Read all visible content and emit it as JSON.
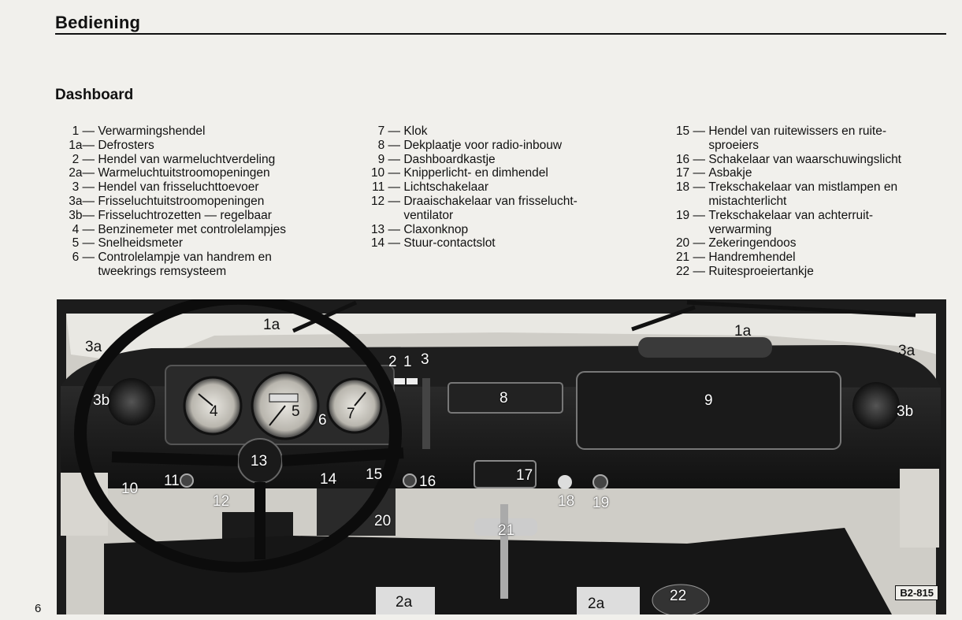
{
  "header": {
    "title": "Bediening"
  },
  "section": {
    "title": "Dashboard"
  },
  "legend": {
    "left": [
      {
        "num": "1 —",
        "text": "Verwarmingshendel"
      },
      {
        "num": "1a—",
        "text": "Defrosters"
      },
      {
        "num": "2 —",
        "text": "Hendel van warmeluchtverdeling"
      },
      {
        "num": "2a—",
        "text": "Warmeluchtuitstroomopeningen"
      },
      {
        "num": "3 —",
        "text": "Hendel van frisseluchttoevoer"
      },
      {
        "num": "3a—",
        "text": "Frisseluchtuitstroomopeningen"
      },
      {
        "num": "3b—",
        "text": "Frisseluchtrozetten — regelbaar"
      },
      {
        "num": "4 —",
        "text": "Benzinemeter met controlelampjes"
      },
      {
        "num": "5 —",
        "text": "Snelheidsmeter"
      },
      {
        "num": "6 —",
        "text": "Controlelampje van handrem en tweekrings remsysteem"
      }
    ],
    "middle": [
      {
        "num": "7 —",
        "text": "Klok"
      },
      {
        "num": "8 —",
        "text": "Dekplaatje voor radio-inbouw"
      },
      {
        "num": "9 —",
        "text": "Dashboardkastje"
      },
      {
        "num": "10 —",
        "text": "Knipperlicht- en dimhendel"
      },
      {
        "num": "11 —",
        "text": "Lichtschakelaar"
      },
      {
        "num": "12 —",
        "text": "Draaischakelaar van frisselucht-ventilator"
      },
      {
        "num": "13 —",
        "text": "Claxonknop"
      },
      {
        "num": "14 —",
        "text": "Stuur-contactslot"
      }
    ],
    "right": [
      {
        "num": "15 —",
        "text": "Hendel van ruitewissers en ruite-sproeiers"
      },
      {
        "num": "16 —",
        "text": "Schakelaar van waarschuwingslicht"
      },
      {
        "num": "17 —",
        "text": "Asbakje"
      },
      {
        "num": "18 —",
        "text": "Trekschakelaar van mistlampen en mistachterlicht"
      },
      {
        "num": "19 —",
        "text": "Trekschakelaar van achterruit-verwarming"
      },
      {
        "num": "20 —",
        "text": "Zekeringendoos"
      },
      {
        "num": "21 —",
        "text": "Handremhendel"
      },
      {
        "num": "22 —",
        "text": "Ruitesproeiertankje"
      }
    ]
  },
  "figure": {
    "code": "B2-815",
    "callouts": {
      "c1a_left": "1a",
      "c1a_right": "1a",
      "c3a_left": "3a",
      "c3a_right": "3a",
      "c3b_left": "3b",
      "c3b_right": "3b",
      "c2": "2",
      "c1": "1",
      "c3": "3",
      "c4": "4",
      "c5": "5",
      "c6": "6",
      "c7": "7",
      "c8": "8",
      "c9": "9",
      "c10": "10",
      "c11": "11",
      "c12": "12",
      "c13": "13",
      "c14": "14",
      "c15": "15",
      "c16": "16",
      "c17": "17",
      "c18": "18",
      "c19": "19",
      "c20": "20",
      "c21": "21",
      "c22": "22",
      "c2a_left": "2a",
      "c2a_right": "2a"
    }
  },
  "page_number": "6"
}
